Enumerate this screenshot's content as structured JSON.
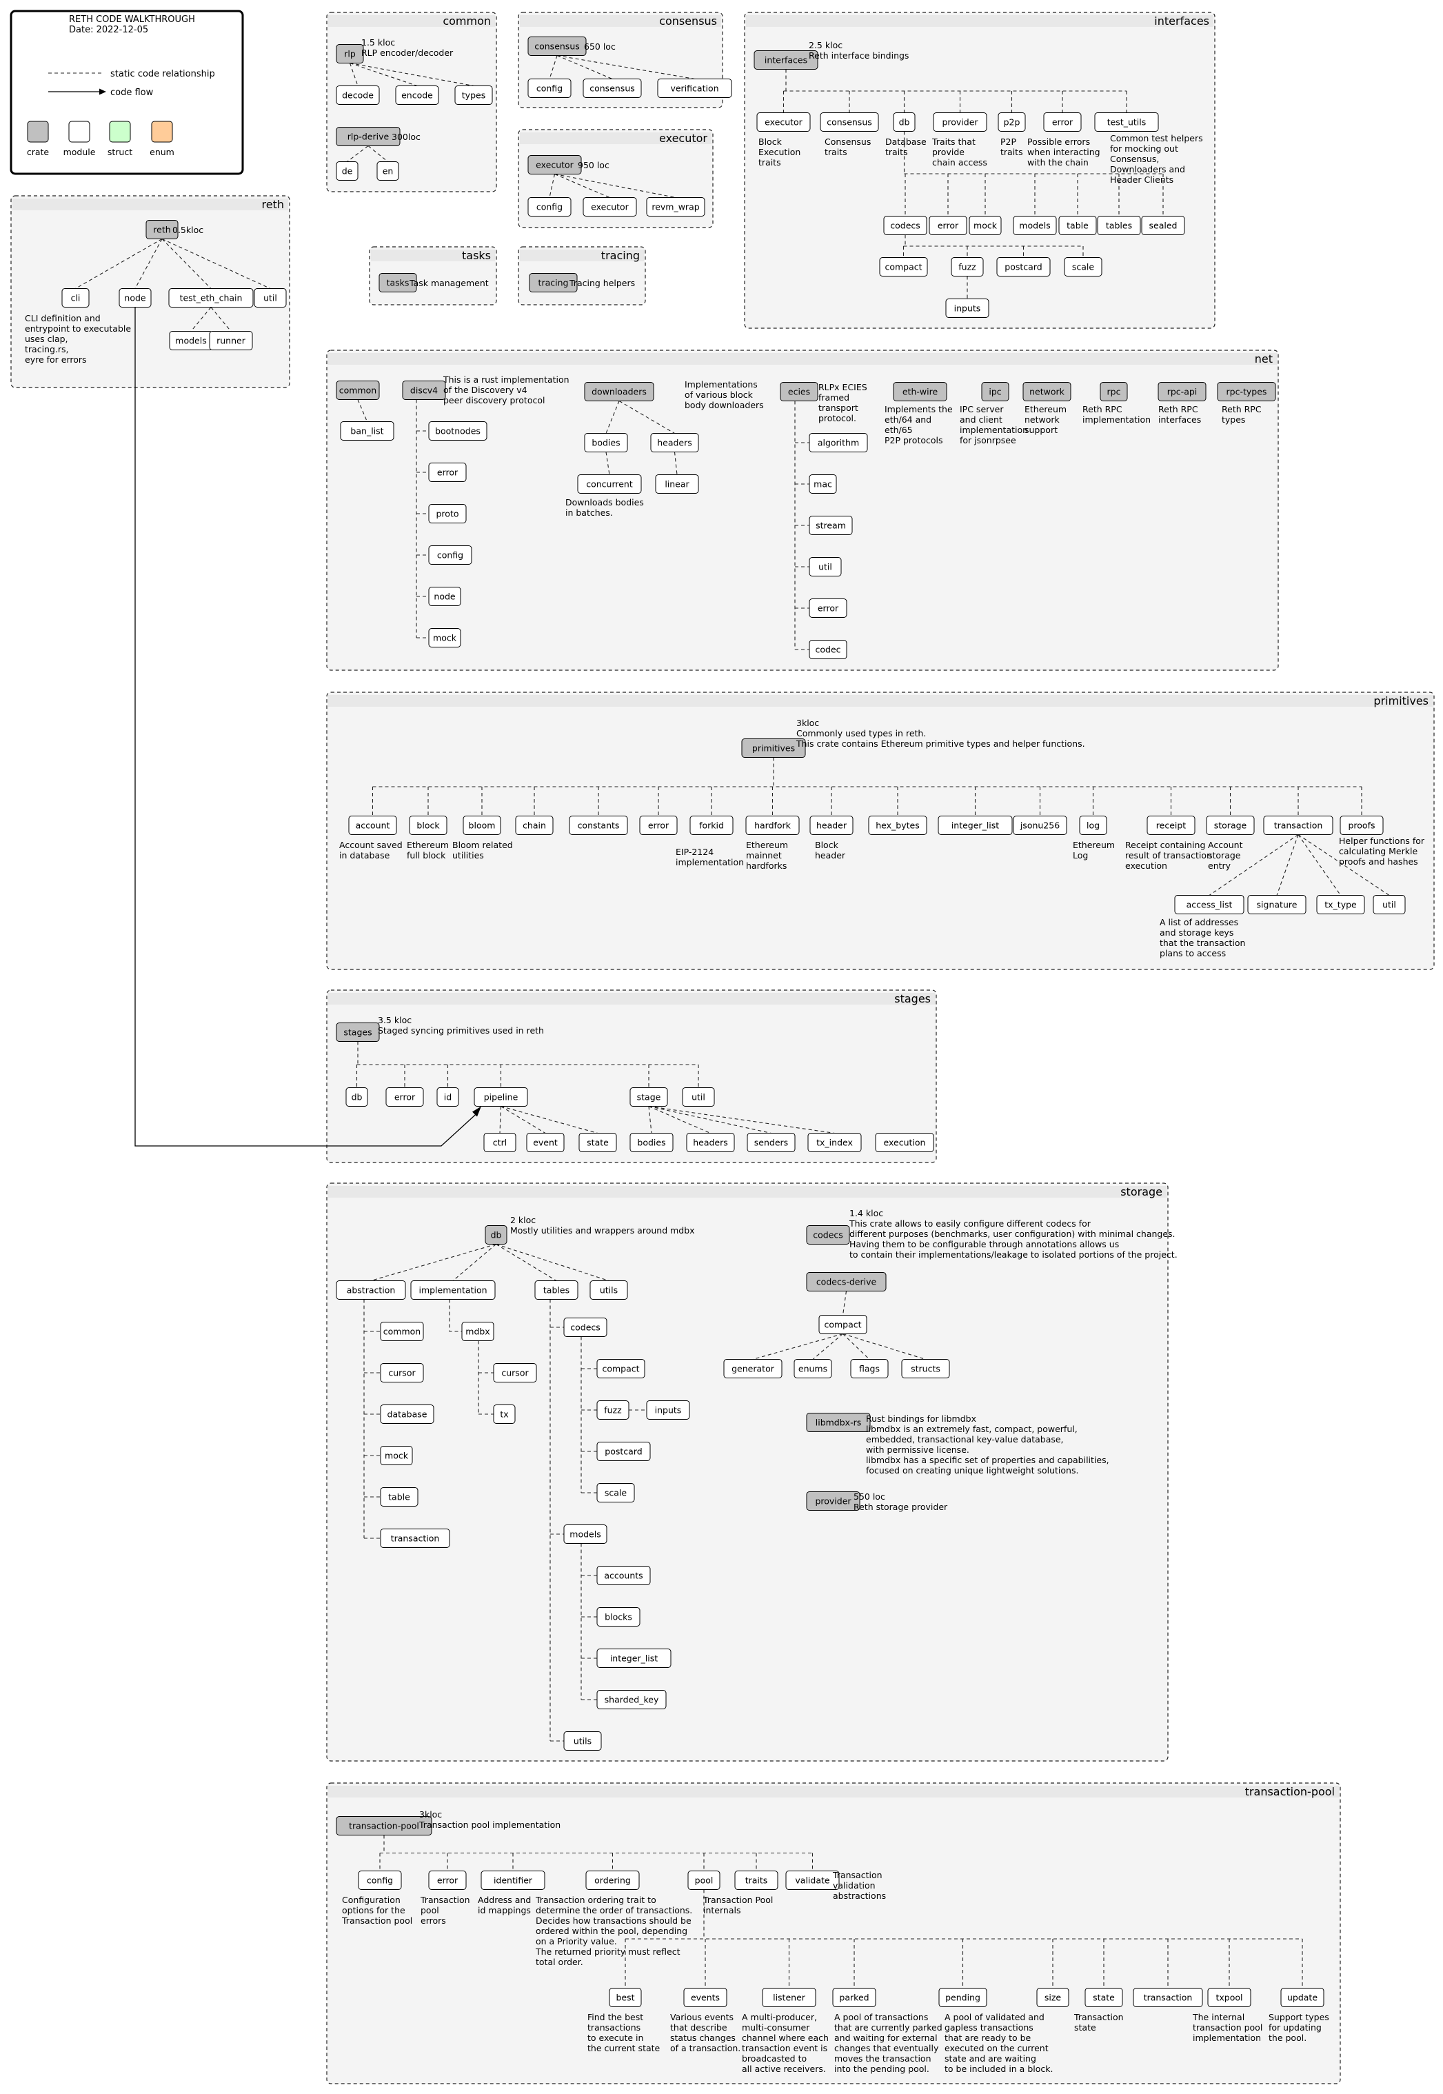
{
  "legend": {
    "title": "RETH CODE WALKTHROUGH",
    "date": "Date: 2022-12-05",
    "static": "static code relationship",
    "flow": "code flow",
    "items": [
      "crate",
      "module",
      "struct",
      "enum"
    ],
    "colors": {
      "crate": "#c0c0c0",
      "module": "#ffffff",
      "struct": "#ccffcc",
      "enum": "#ffcc99"
    }
  },
  "clusters": {
    "reth": "reth",
    "common": "common",
    "consensus": "consensus",
    "interfaces": "interfaces",
    "executor": "executor",
    "tasks": "tasks",
    "tracing": "tracing",
    "net": "net",
    "primitives": "primitives",
    "stages": "stages",
    "storage": "storage",
    "txpool": "transaction-pool"
  },
  "nodes": {
    "reth": "reth",
    "reth_cli": "cli",
    "reth_node": "node",
    "reth_test_eth_chain": "test_eth_chain",
    "reth_util": "util",
    "reth_models": "models",
    "reth_runner": "runner",
    "rlp": "rlp",
    "rlp_decode": "decode",
    "rlp_encode": "encode",
    "rlp_types": "types",
    "rlp_derive": "rlp-derive",
    "rlpd_de": "de",
    "rlpd_en": "en",
    "consensus": "consensus",
    "cons_config": "config",
    "cons_consensus": "consensus",
    "cons_verification": "verification",
    "executor": "executor",
    "exec_config": "config",
    "exec_executor": "executor",
    "exec_revm": "revm_wrap",
    "tasks": "tasks",
    "tracing": "tracing",
    "interfaces": "interfaces",
    "if_executor": "executor",
    "if_consensus": "consensus",
    "if_db": "db",
    "if_provider": "provider",
    "if_p2p": "p2p",
    "if_error": "error",
    "if_test_utils": "test_utils",
    "ifdb_codecs": "codecs",
    "ifdb_error": "error",
    "ifdb_mock": "mock",
    "ifdb_models": "models",
    "ifdb_table": "table",
    "ifdb_tables": "tables",
    "ifdb_sealed": "sealed",
    "ifdb_compact": "compact",
    "ifdb_fuzz": "fuzz",
    "ifdb_postcard": "postcard",
    "ifdb_scale": "scale",
    "ifdb_inputs": "inputs",
    "net_common": "common",
    "net_ban_list": "ban_list",
    "discv4": "discv4",
    "dv4_bootnodes": "bootnodes",
    "dv4_error": "error",
    "dv4_proto": "proto",
    "dv4_config": "config",
    "dv4_node": "node",
    "dv4_mock": "mock",
    "downloaders": "downloaders",
    "dl_bodies": "bodies",
    "dl_headers": "headers",
    "dl_concurrent": "concurrent",
    "dl_linear": "linear",
    "ecies": "ecies",
    "ec_algorithm": "algorithm",
    "ec_mac": "mac",
    "ec_stream": "stream",
    "ec_util": "util",
    "ec_error": "error",
    "ec_codec": "codec",
    "eth_wire": "eth-wire",
    "ipc": "ipc",
    "network": "network",
    "rpc": "rpc",
    "rpc_api": "rpc-api",
    "rpc_types": "rpc-types",
    "primitives": "primitives",
    "p_account": "account",
    "p_block": "block",
    "p_bloom": "bloom",
    "p_chain": "chain",
    "p_constants": "constants",
    "p_error": "error",
    "p_forkid": "forkid",
    "p_hardfork": "hardfork",
    "p_header": "header",
    "p_hex_bytes": "hex_bytes",
    "p_integer_list": "integer_list",
    "p_jsonu256": "jsonu256",
    "p_log": "log",
    "p_receipt": "receipt",
    "p_storage": "storage",
    "p_transaction": "transaction",
    "p_proofs": "proofs",
    "pt_access_list": "access_list",
    "pt_signature": "signature",
    "pt_tx_type": "tx_type",
    "pt_util": "util",
    "stages": "stages",
    "st_db": "db",
    "st_error": "error",
    "st_id": "id",
    "st_pipeline": "pipeline",
    "st_stage": "stage",
    "st_util": "util",
    "stp_ctrl": "ctrl",
    "stp_event": "event",
    "stp_state": "state",
    "sts_bodies": "bodies",
    "sts_headers": "headers",
    "sts_senders": "senders",
    "sts_tx_index": "tx_index",
    "sts_execution": "execution",
    "db": "db",
    "db_abstraction": "abstraction",
    "db_implementation": "implementation",
    "db_tables": "tables",
    "db_utils": "utils",
    "dba_common": "common",
    "dba_cursor": "cursor",
    "dba_database": "database",
    "dba_mock": "mock",
    "dba_table": "table",
    "dba_transaction": "transaction",
    "dbi_mdbx": "mdbx",
    "dbm_cursor": "cursor",
    "dbm_tx": "tx",
    "dbt_codecs": "codecs",
    "dbc_compact": "compact",
    "dbc_fuzz": "fuzz",
    "dbc_inputs": "inputs",
    "dbc_postcard": "postcard",
    "dbc_scale": "scale",
    "dbt_models": "models",
    "dbmo_accounts": "accounts",
    "dbmo_blocks": "blocks",
    "dbmo_integer_list": "integer_list",
    "dbmo_sharded_key": "sharded_key",
    "dbt_utils": "utils",
    "codecs": "codecs",
    "codecs_derive": "codecs-derive",
    "cd_compact": "compact",
    "cd_generator": "generator",
    "cd_enums": "enums",
    "cd_flags": "flags",
    "cd_structs": "structs",
    "libmdbx": "libmdbx-rs",
    "provider": "provider",
    "txpool": "transaction-pool",
    "tp_config": "config",
    "tp_error": "error",
    "tp_identifier": "identifier",
    "tp_ordering": "ordering",
    "tp_pool": "pool",
    "tp_traits": "traits",
    "tp_validate": "validate",
    "tpp_best": "best",
    "tpp_events": "events",
    "tpp_listener": "listener",
    "tpp_parked": "parked",
    "tpp_pending": "pending",
    "tpp_size": "size",
    "tpp_state": "state",
    "tpp_transaction": "transaction",
    "tpp_txpool": "txpool",
    "tpp_update": "update"
  },
  "notes": {
    "reth": "0.5kloc",
    "reth_cli": "CLI definition and\nentrypoint to executable\n\nuses clap,\ntracing.rs,\neyre for errors",
    "rlp": "1.5 kloc\nRLP encoder/decoder",
    "rlp_derive": "300loc",
    "consensus": "650 loc",
    "executor": "950 loc",
    "tasks": "Task management",
    "tracing": "Tracing helpers",
    "interfaces": "2.5 kloc\nReth interface bindings",
    "if_executor": "Block\nExecution\ntraits",
    "if_consensus": "Consensus\ntraits",
    "if_db": "Database\ntraits",
    "if_provider": "Traits that\nprovide\nchain access",
    "if_p2p": "P2P\ntraits",
    "if_error": "Possible errors\nwhen interacting\nwith the chain",
    "if_test_utils": "Common test helpers\nfor mocking out\nConsensus,\nDownloaders and\nHeader Clients",
    "discv4": "This is a rust implementation\nof the Discovery v4\npeer discovery protocol",
    "downloaders": "Implementations\nof various block\nbody downloaders",
    "dl_concurrent": "Downloads bodies\nin batches.",
    "ecies": "RLPx ECIES\nframed\ntransport\nprotocol.",
    "eth_wire": "Implements the\neth/64 and\neth/65\nP2P protocols",
    "ipc": "IPC server\nand client\nimplementation\nfor jsonrpsee",
    "network": "Ethereum\nnetwork\nsupport",
    "rpc": "Reth RPC\nimplementation",
    "rpc_api": "Reth RPC\ninterfaces",
    "rpc_types": "Reth RPC\ntypes",
    "primitives": "3kloc\nCommonly used types in reth.\nThis crate contains Ethereum primitive types and helper functions.",
    "p_account": "Account saved\nin database",
    "p_block": "Ethereum\nfull block",
    "p_bloom": "Bloom related\nutilities",
    "p_forkid": "EIP-2124\nimplementation",
    "p_hardfork": "Ethereum\nmainnet\nhardforks",
    "p_header": "Block\nheader",
    "p_log": "Ethereum\nLog",
    "p_receipt": "Receipt containing\nresult of transaction\nexecution",
    "p_storage": "Account\nstorage\nentry",
    "p_proofs": "Helper functions for\ncalculating Merkle\nproofs and hashes",
    "pt_access_list": "A list of addresses\nand storage keys\nthat the transaction\nplans to access",
    "stages": "3.5 kloc\nStaged syncing primitives used in reth",
    "db": "2 kloc\nMostly utilities and wrappers around mdbx",
    "codecs": "1.4 kloc\nThis crate allows to easily configure different codecs for\ndifferent purposes (benchmarks, user configuration) with minimal changes.\nHaving them to be configurable through annotations allows us\nto contain their implementations/leakage to isolated portions of the project.",
    "libmdbx": "Rust bindings for libmdbx\nlibmdbx is an extremely fast, compact, powerful,\nembedded, transactional key-value database,\nwith permissive license.\nlibmdbx has a specific set of properties and capabilities,\nfocused on creating unique lightweight solutions.",
    "provider": "550 loc\nReth storage provider",
    "txpool": "3kloc\nTransaction pool implementation",
    "tp_config": "Configuration\noptions for the\nTransaction pool",
    "tp_error": "Transaction\npool\nerrors",
    "tp_identifier": "Address and\nid mappings",
    "tp_ordering": "Transaction ordering trait to\ndetermine the order of transactions.\nDecides how transactions should be\nordered within the pool, depending\non a Priority value.\nThe returned priority must reflect\ntotal order.",
    "tp_pool": "Transaction Pool\ninternals",
    "tp_validate": "Transaction\nvalidation\nabstractions",
    "tpp_best": "Find the best\ntransactions\nto execute in\nthe current state",
    "tpp_events": "Various events\nthat describe\nstatus changes\nof a transaction.",
    "tpp_listener": "A multi-producer,\nmulti-consumer\nchannel where each\ntransaction event is\nbroadcasted to\nall active receivers.",
    "tpp_parked": "A pool of transactions\nthat are currently parked\nand waiting for external\nchanges that eventually\nmoves the transaction\ninto the pending pool.",
    "tpp_pending": "A pool of validated and\ngapless transactions\nthat are ready to be\nexecuted on the current\nstate and are waiting\nto be included in a block.",
    "tpp_state": "Transaction\nstate",
    "tpp_txpool": "The internal\ntransaction pool\nimplementation",
    "tpp_update": "Support types\nfor updating\nthe pool."
  }
}
